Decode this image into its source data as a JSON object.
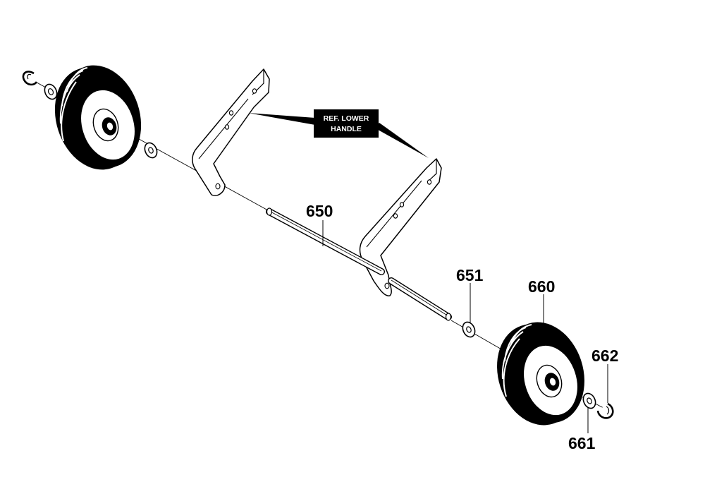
{
  "callout": {
    "line1": "REF. LOWER",
    "line2": "HANDLE"
  },
  "parts": {
    "axle": "650",
    "washer_inner": "651",
    "wheel": "660",
    "washer_outer": "661",
    "retaining_clip": "662"
  },
  "colors": {
    "line": "#000000",
    "background": "#ffffff",
    "callout_bg": "#000000",
    "callout_text": "#ffffff"
  }
}
